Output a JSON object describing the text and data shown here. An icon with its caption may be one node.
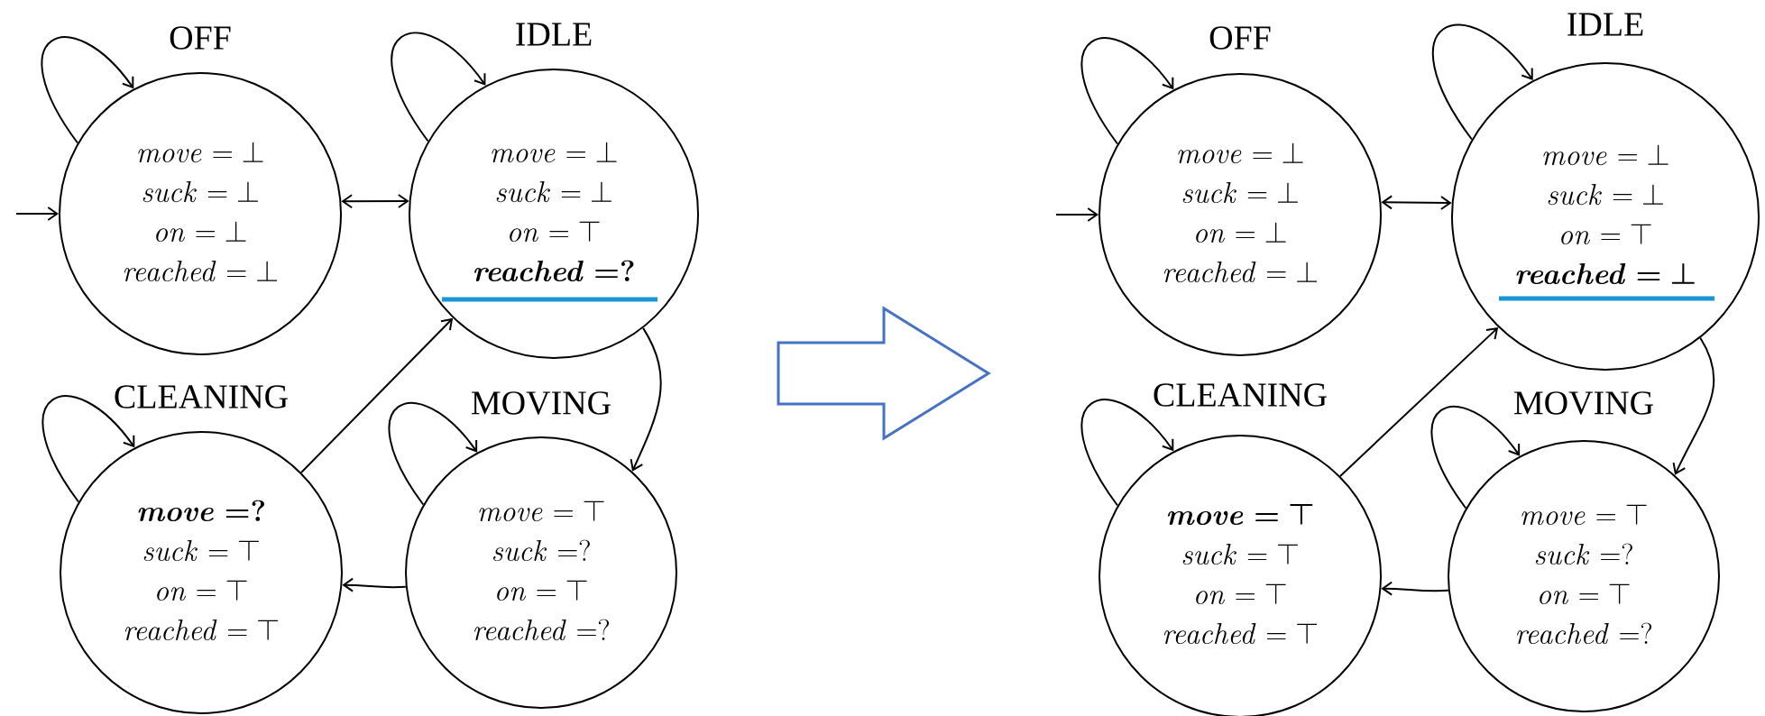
{
  "diagram": {
    "nodes": [
      {
        "text": [
          "OFF",
          "\\mathit{move} = \\bot",
          "\\mathit{suck} = \\bot",
          "\\mathit{on} = \\bot",
          "\\mathit{reached} = \\bot"
        ]
      },
      {
        "text": [
          "IDLE",
          "\\mathit{move} = \\bot",
          "\\mathit{suck} = \\bot",
          "\\mathit{on} = \\top",
          "\\bm{\\mathit{reached} =?}"
        ]
      },
      {
        "text": [
          "CLEANING",
          "\\bm{\\mathit{move} =?}",
          "\\mathit{suck} = \\top",
          "\\mathit{on} = \\top",
          "\\mathit{reached} = \\top"
        ]
      },
      {
        "text": [
          "MOVING",
          "\\mathit{move} = \\top",
          "\\mathit{suck} =?",
          "\\mathit{on} = \\top",
          "\\mathit{reached} =?"
        ]
      },
      {
        "text": [
          "OFF",
          "\\mathit{move} = \\bot",
          "\\mathit{suck} = \\bot",
          "\\mathit{on} = \\bot",
          "\\mathit{reached} = \\bot"
        ]
      },
      {
        "text": [
          "IDLE",
          "\\mathit{move} = \\bot",
          "\\mathit{suck} = \\bot",
          "\\mathit{on} = \\top",
          "\\bm{\\mathit{reached} = \\bot}"
        ]
      },
      {
        "text": [
          "CLEANING",
          "\\bm{\\mathit{move} = \\top}",
          "\\mathit{suck} = \\top",
          "\\mathit{on} = \\top",
          "\\mathit{reached} = \\top"
        ]
      },
      {
        "text": [
          "MOVING",
          "\\mathit{move} = \\top",
          "\\mathit{suck} =?",
          "\\mathit{on} = \\top",
          "\\mathit{reached} =?"
        ]
      }
    ],
    "edges": [
      {
        "from": 0,
        "to": 0,
        "arrow": "to"
      },
      {
        "from": 1,
        "to": 1,
        "arrow": "to"
      },
      {
        "from": 2,
        "to": 2,
        "arrow": "to"
      },
      {
        "from": 3,
        "to": 3,
        "arrow": "to"
      },
      {
        "from": null,
        "to": 0,
        "arrow": "to"
      },
      {
        "from": 0,
        "to": 1,
        "arrow": "both"
      },
      {
        "from": 1,
        "to": 3,
        "arrow": "to"
      },
      {
        "from": 3,
        "to": 2,
        "arrow": "to"
      },
      {
        "from": 2,
        "to": 1,
        "arrow": "to"
      },
      {
        "from": 4,
        "to": 4,
        "arrow": "to"
      },
      {
        "from": 5,
        "to": 5,
        "arrow": "to"
      },
      {
        "from": 6,
        "to": 6,
        "arrow": "to"
      },
      {
        "from": 7,
        "to": 7,
        "arrow": "to"
      },
      {
        "from": null,
        "to": 4,
        "arrow": "to"
      },
      {
        "from": 4,
        "to": 5,
        "arrow": "both"
      },
      {
        "from": 5,
        "to": 7,
        "arrow": "to"
      },
      {
        "from": 7,
        "to": 6,
        "arrow": "to"
      },
      {
        "from": 6,
        "to": 5,
        "arrow": "to"
      }
    ]
  }
}
